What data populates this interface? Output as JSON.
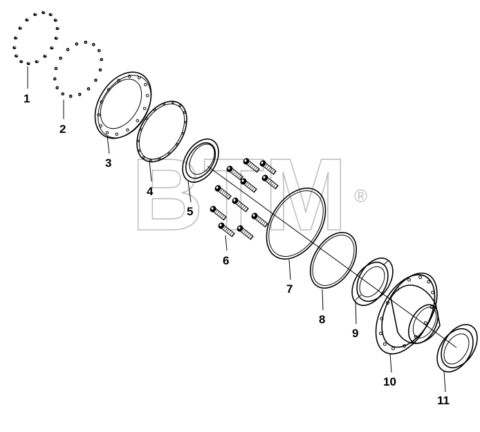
{
  "watermark": {
    "text": "BTM",
    "registered_mark": "®"
  },
  "callouts": [
    {
      "id": "1",
      "label": "1"
    },
    {
      "id": "2",
      "label": "2"
    },
    {
      "id": "3",
      "label": "3"
    },
    {
      "id": "4",
      "label": "4"
    },
    {
      "id": "5",
      "label": "5"
    },
    {
      "id": "6",
      "label": "6"
    },
    {
      "id": "7",
      "label": "7"
    },
    {
      "id": "8",
      "label": "8"
    },
    {
      "id": "9",
      "label": "9"
    },
    {
      "id": "10",
      "label": "10"
    },
    {
      "id": "11",
      "label": "11"
    }
  ],
  "colors": {
    "line": "#000000",
    "watermark": "#bdbdbd",
    "background": "#ffffff"
  }
}
